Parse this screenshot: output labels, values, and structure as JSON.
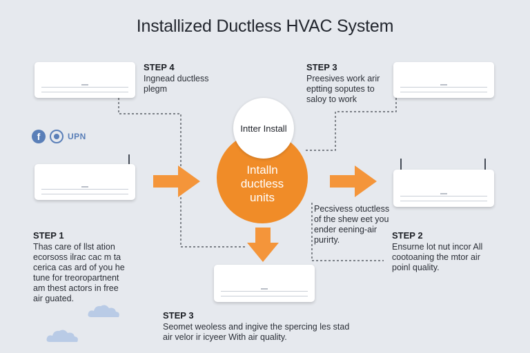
{
  "title": "Installized Ductless HVAC System",
  "center": {
    "top_label": "Intter Install",
    "main_label": "Intalln ductless units"
  },
  "social": {
    "text": "UPN",
    "icons": [
      "facebook-icon",
      "circle-logo-icon"
    ]
  },
  "steps": {
    "top_left": {
      "heading": "STEP 4",
      "body": [
        "Ingnead ductless",
        "plegm"
      ]
    },
    "top_right": {
      "heading": "STEP 3",
      "body": [
        "Preesives work arir",
        "eptting soputes to",
        "saloy to work"
      ]
    },
    "left": {
      "heading": "STEP 1",
      "body": [
        "Thas care of llst ation",
        "ecorsoss ilrac cac m ta",
        "cerica cas ard of you he",
        "tune for treoropartnent",
        "am thest actors in free",
        "air guated."
      ]
    },
    "center_note": {
      "body": [
        "Pecsivess otuctless",
        "of the shew eet you",
        "ender eening-air",
        "purirty."
      ]
    },
    "right": {
      "heading": "STEP 2",
      "body": [
        "Ensurne lot nut incor All",
        "cootoaning the mtor air",
        "poinl quality."
      ]
    },
    "bottom": {
      "heading": "STEP 3",
      "body": [
        "Seomet weoless and ingive the spercing les stad",
        "air velor ir icyeer With air quality."
      ]
    }
  },
  "colors": {
    "accent_orange": "#f08c28",
    "background": "#e6e9ee",
    "unit_white": "#ffffff",
    "social_blue": "#5a7fb8",
    "cloud_blue": "#b9cbe6"
  }
}
